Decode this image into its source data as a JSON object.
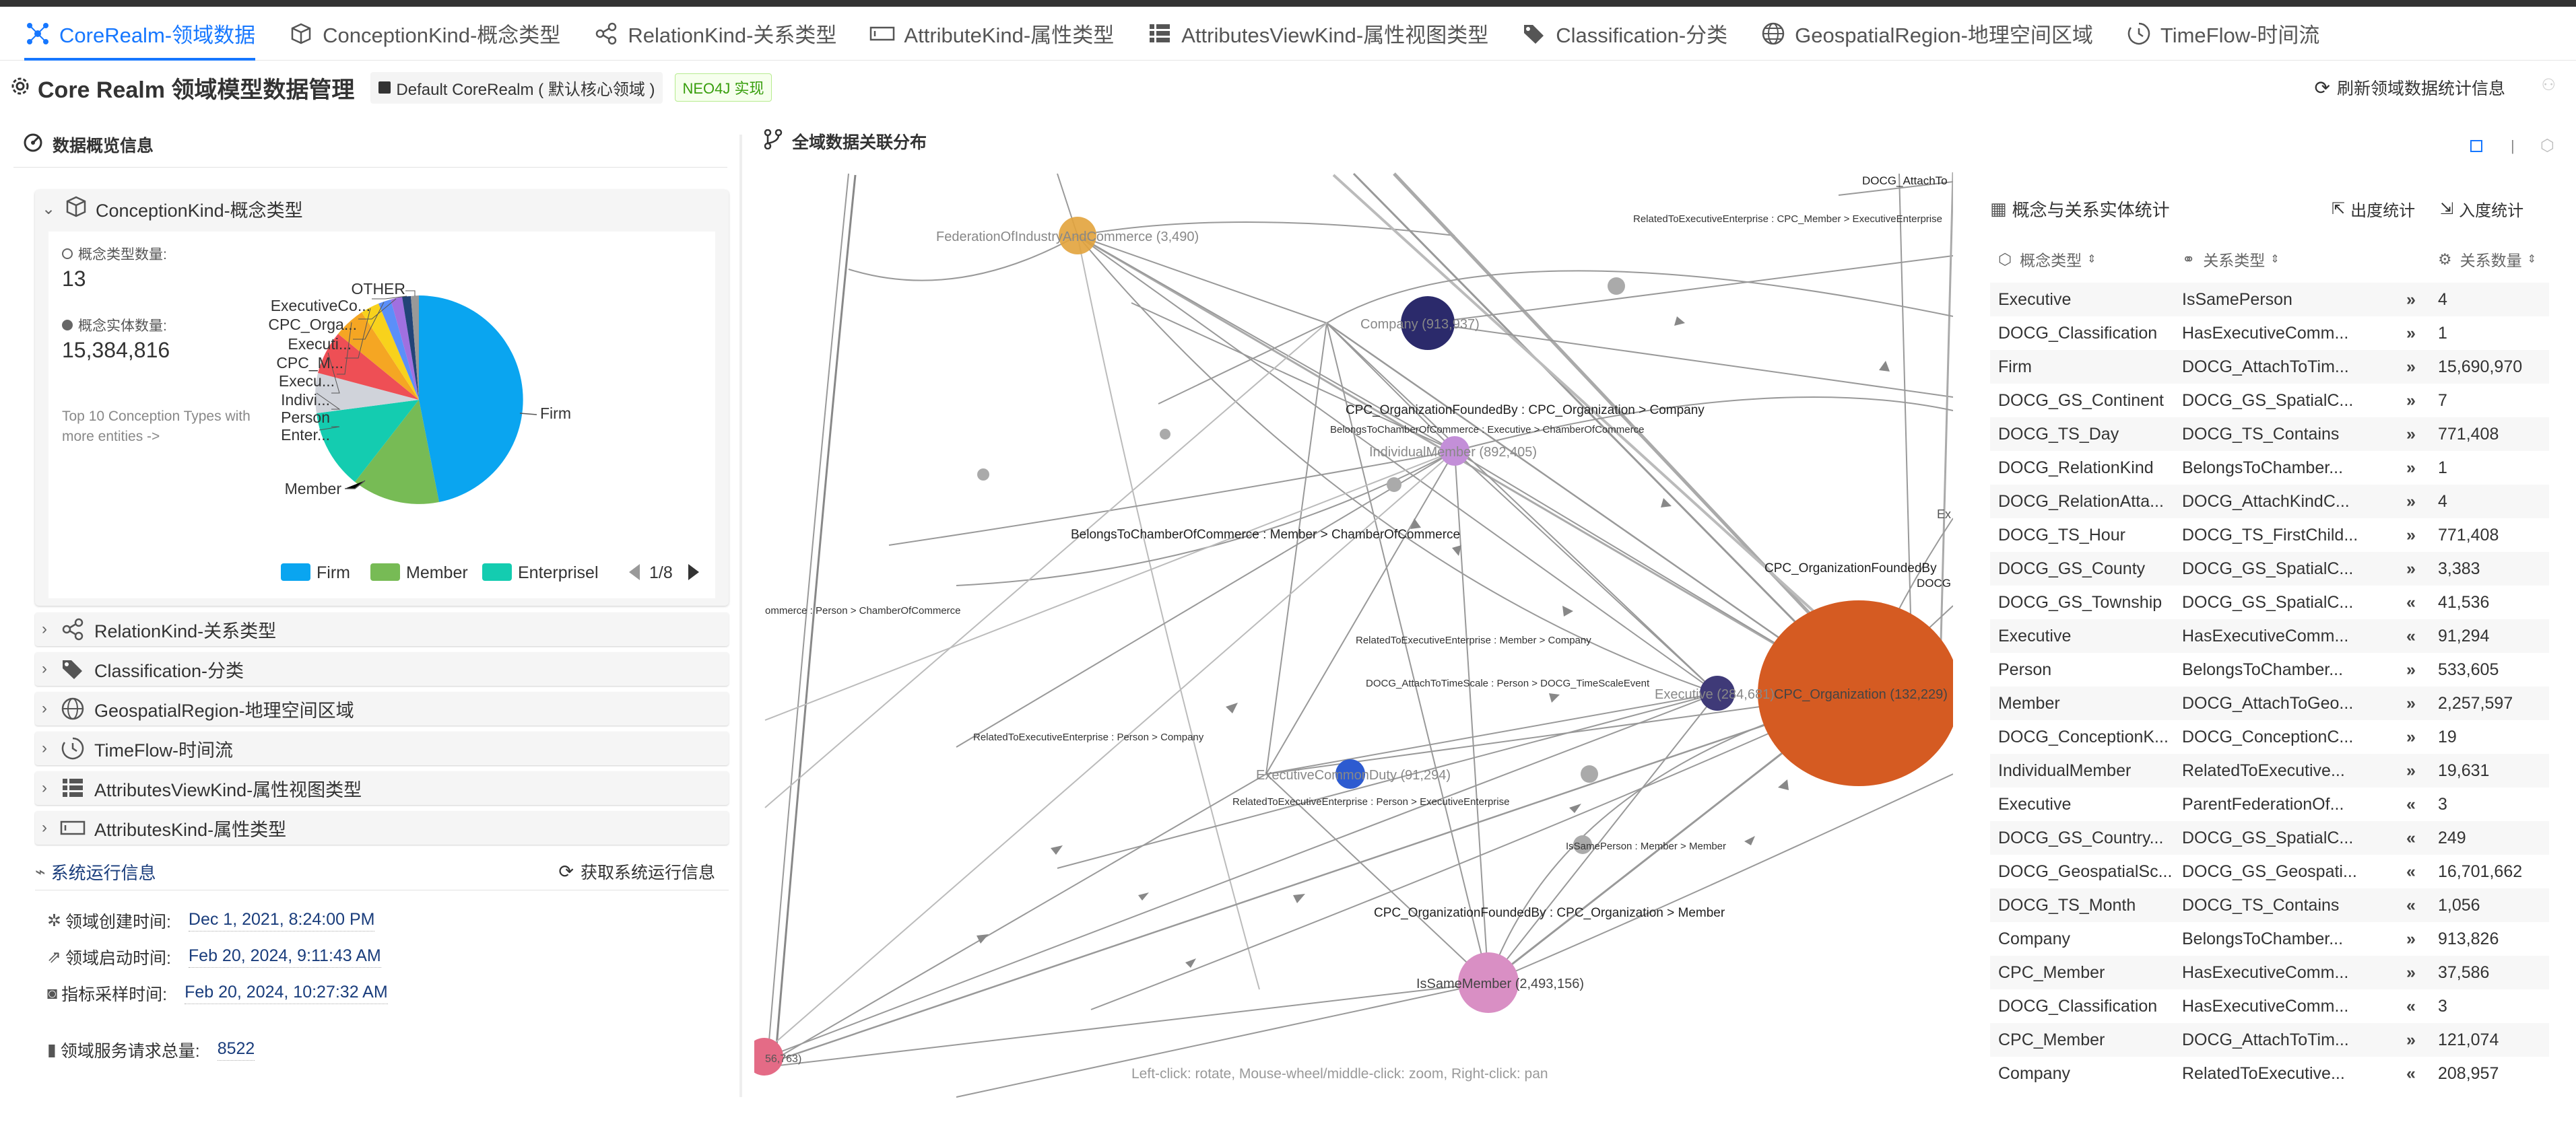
{
  "tabs": [
    {
      "label": "CoreRealm-领域数据",
      "icon": "core-realm-icon"
    },
    {
      "label": "ConceptionKind-概念类型",
      "icon": "cube-icon"
    },
    {
      "label": "RelationKind-关系类型",
      "icon": "relation-icon"
    },
    {
      "label": "AttributeKind-属性类型",
      "icon": "attribute-icon"
    },
    {
      "label": "AttributesViewKind-属性视图类型",
      "icon": "list-icon"
    },
    {
      "label": "Classification-分类",
      "icon": "tags-icon"
    },
    {
      "label": "GeospatialRegion-地理空间区域",
      "icon": "globe-icon"
    },
    {
      "label": "TimeFlow-时间流",
      "icon": "clock-icon"
    }
  ],
  "header": {
    "title": "Core Realm 领域模型数据管理",
    "realm": "Default CoreRealm ( 默认核心领域 )",
    "badge": "NEO4J 实现",
    "refresh": "刷新领域数据统计信息"
  },
  "overview": {
    "title": "数据概览信息",
    "conception_panel": {
      "label": "ConceptionKind-概念类型",
      "type_count_label": "概念类型数量:",
      "type_count": "13",
      "entity_count_label": "概念实体数量:",
      "entity_count": "15,384,816",
      "hint": "Top 10 Conception Types with more entities ->",
      "pie_labels": [
        "OTHER",
        "ExecutiveCo...",
        "CPC_Orga...",
        "Executi...",
        "CPC_M...",
        "Execu...",
        "Indivi...",
        "Person",
        "Enter...",
        "Member",
        "Firm"
      ],
      "legend": [
        {
          "label": "Firm",
          "color": "#0aa5f0"
        },
        {
          "label": "Member",
          "color": "#77bb55"
        },
        {
          "label": "Enterprisel",
          "color": "#14ccb0"
        }
      ],
      "page": "1/8"
    },
    "accordions": [
      {
        "label": "RelationKind-关系类型",
        "icon": "relation-icon"
      },
      {
        "label": "Classification-分类",
        "icon": "tags-icon"
      },
      {
        "label": "GeospatialRegion-地理空间区域",
        "icon": "globe-icon"
      },
      {
        "label": "TimeFlow-时间流",
        "icon": "clock-icon"
      },
      {
        "label": "AttributesViewKind-属性视图类型",
        "icon": "list-icon"
      },
      {
        "label": "AttributesKind-属性类型",
        "icon": "attribute-icon"
      }
    ]
  },
  "sysinfo": {
    "title": "系统运行信息",
    "refresh": "获取系统运行信息",
    "rows": [
      {
        "label": "领域创建时间:",
        "value": "Dec 1, 2021, 8:24:00 PM"
      },
      {
        "label": "领域启动时间:",
        "value": "Feb 20, 2024, 9:11:43 AM"
      },
      {
        "label": "指标采样时间:",
        "value": "Feb 20, 2024, 10:27:32 AM"
      },
      {
        "label": "领域服务请求总量:",
        "value": "8522"
      }
    ]
  },
  "graph": {
    "title": "全域数据关联分布",
    "help": "Left-click: rotate, Mouse-wheel/middle-click: zoom, Right-click: pan",
    "nodes": [
      "FederationOfIndustryAndCommerce (3,490)",
      "Company (913,937)",
      "IndividualMember (892,405)",
      "Executive (284,681)",
      "CPC_Organization (132,229)",
      "ExecutiveCommonDuty (91,294)",
      "IsSameMember (2,493,156)"
    ],
    "edges": [
      "CPC_OrganizationFoundedBy : CPC_Organization > Company",
      "BelongsToChamberOfCommerce : Member > ChamberOfCommerce",
      "CPC_OrganizationFoundedBy : CPC_Organization > Member",
      "DOCG_AttachToTimeScale : Person > DOCG_TimeScaleEvent",
      "RelatedToExecutiveEnterprise : Member > Company",
      "RelatedToExecutiveEnterprise : Person > Company",
      "RelatedToExecutiveEnterprise : Person > ExecutiveEnterprise",
      "BelongsToChamberOfCommerce : Executive > ChamberOfCommerce",
      "ommerce : Person > ChamberOfCommerce",
      "CPC_OrganizationFoundedBy",
      "DOCG_AttachTo",
      "RelatedToExecutiveEnterprise : CPC_Member > ExecutiveEnterprise",
      "IsSamePerson : Member > Member",
      "DOCG",
      "Ex",
      "56,763)"
    ]
  },
  "stats": {
    "title": "概念与关系实体统计",
    "out_btn": "出度统计",
    "in_btn": "入度统计",
    "headers": [
      "概念类型",
      "关系类型",
      "关系数量"
    ],
    "rows": [
      [
        "Executive",
        "IsSamePerson",
        "»",
        "4"
      ],
      [
        "DOCG_Classification",
        "HasExecutiveComm...",
        "»",
        "1"
      ],
      [
        "Firm",
        "DOCG_AttachToTim...",
        "»",
        "15,690,970"
      ],
      [
        "DOCG_GS_Continent",
        "DOCG_GS_SpatialC...",
        "»",
        "7"
      ],
      [
        "DOCG_TS_Day",
        "DOCG_TS_Contains",
        "»",
        "771,408"
      ],
      [
        "DOCG_RelationKind",
        "BelongsToChamber...",
        "»",
        "1"
      ],
      [
        "DOCG_RelationAtta...",
        "DOCG_AttachKindC...",
        "»",
        "4"
      ],
      [
        "DOCG_TS_Hour",
        "DOCG_TS_FirstChild...",
        "»",
        "771,408"
      ],
      [
        "DOCG_GS_County",
        "DOCG_GS_SpatialC...",
        "»",
        "3,383"
      ],
      [
        "DOCG_GS_Township",
        "DOCG_GS_SpatialC...",
        "«",
        "41,536"
      ],
      [
        "Executive",
        "HasExecutiveComm...",
        "«",
        "91,294"
      ],
      [
        "Person",
        "BelongsToChamber...",
        "»",
        "533,605"
      ],
      [
        "Member",
        "DOCG_AttachToGeo...",
        "»",
        "2,257,597"
      ],
      [
        "DOCG_ConceptionK...",
        "DOCG_ConceptionC...",
        "»",
        "19"
      ],
      [
        "IndividualMember",
        "RelatedToExecutive...",
        "»",
        "19,631"
      ],
      [
        "Executive",
        "ParentFederationOf...",
        "«",
        "3"
      ],
      [
        "DOCG_GS_Country...",
        "DOCG_GS_SpatialC...",
        "«",
        "249"
      ],
      [
        "DOCG_GeospatialSc...",
        "DOCG_GS_Geospati...",
        "«",
        "16,701,662"
      ],
      [
        "DOCG_TS_Month",
        "DOCG_TS_Contains",
        "«",
        "1,056"
      ],
      [
        "Company",
        "BelongsToChamber...",
        "»",
        "913,826"
      ],
      [
        "CPC_Member",
        "HasExecutiveComm...",
        "»",
        "37,586"
      ],
      [
        "DOCG_Classification",
        "HasExecutiveComm...",
        "«",
        "3"
      ],
      [
        "CPC_Member",
        "DOCG_AttachToTim...",
        "»",
        "121,074"
      ],
      [
        "Company",
        "RelatedToExecutive...",
        "«",
        "208,957"
      ]
    ]
  }
}
